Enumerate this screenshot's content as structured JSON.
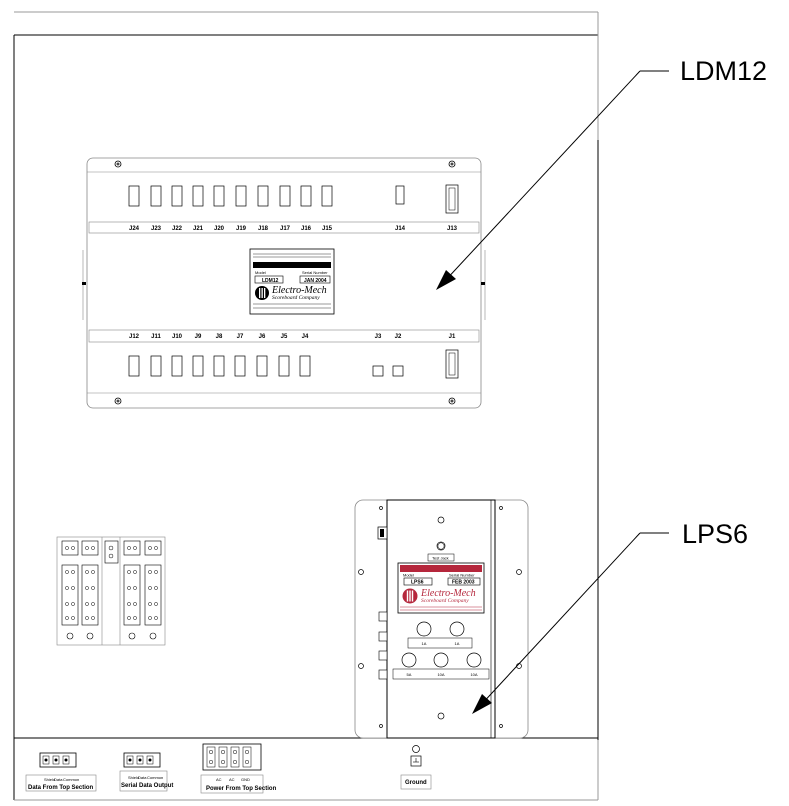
{
  "callouts": {
    "ldm": "LDM12",
    "lps": "LPS6"
  },
  "ldm12": {
    "top_connectors": [
      "J24",
      "J23",
      "J22",
      "J21",
      "J20",
      "J19",
      "J18",
      "J17",
      "J16",
      "J15",
      "J14",
      "J13"
    ],
    "bottom_connectors": [
      "J12",
      "J11",
      "J10",
      "J9",
      "J8",
      "J7",
      "J6",
      "J5",
      "J4",
      "J3",
      "J2",
      "J1"
    ],
    "label": {
      "model_caption": "Model",
      "serial_caption": "Serial Number",
      "model": "LDM12",
      "serial": "JAN 2004",
      "brand": "Electro-Mech",
      "sub_brand": "Scoreboard Company"
    }
  },
  "lps6": {
    "test_jack": "Test Jack",
    "label": {
      "model_caption": "Model",
      "serial_caption": "Serial Number",
      "model": "LPS6",
      "serial": "FEB 2003",
      "brand": "Electro-Mech",
      "sub_brand": "Scoreboard Company"
    },
    "fuse_top": [
      "1A",
      "1A"
    ],
    "fuse_bottom": [
      "5A",
      "10A",
      "10A"
    ]
  },
  "bottom_sections": {
    "data_top": "Data From Top Section",
    "data_top_pins": [
      "Shield",
      "Data",
      "Common"
    ],
    "serial_out": "Serial Data Output",
    "serial_out_pins": [
      "Shield",
      "Data",
      "Common"
    ],
    "power_top": "Power From Top Section",
    "power_top_pins": [
      "AC",
      "AC",
      "GND"
    ],
    "ground": "Ground"
  }
}
